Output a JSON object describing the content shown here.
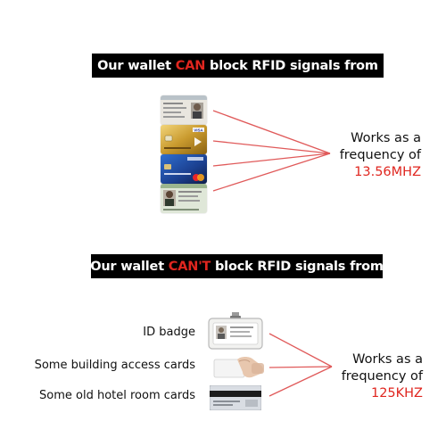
{
  "top_banner": {
    "pre": "Our wallet ",
    "highlight": "CAN",
    "post": " block RFID signals from"
  },
  "bottom_banner": {
    "pre": "Our wallet ",
    "highlight": "CAN'T",
    "post": " block RFID signals from"
  },
  "top_freq": {
    "line1": "Works as a",
    "line2": "frequency of",
    "value": "13.56MHZ"
  },
  "bottom_freq": {
    "line1": "Works as a",
    "line2": "frequency of",
    "value": "125KHZ"
  },
  "bottom_labels": {
    "id_badge": "ID badge",
    "building_access": "Some building access cards",
    "hotel_cards": "Some old hotel room cards"
  },
  "top_cards": [
    {
      "name": "id-card"
    },
    {
      "name": "gold-visa-card"
    },
    {
      "name": "blue-bank-card"
    },
    {
      "name": "drivers-license-card"
    }
  ],
  "colors": {
    "accent": "#e0261f",
    "banner_bg": "#000000",
    "line": "#e05a5a"
  }
}
